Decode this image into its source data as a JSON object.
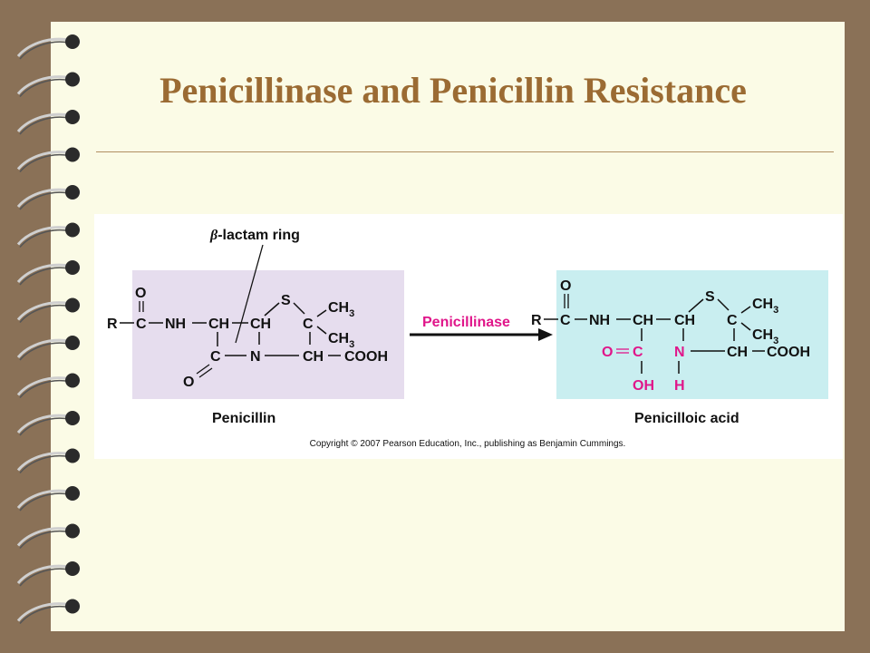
{
  "slide": {
    "title": "Penicillinase and Penicillin Resistance"
  },
  "figure": {
    "callout": {
      "beta": "β",
      "text": "-lactam ring"
    },
    "reaction_arrow_label": "Penicillinase",
    "penicillin": {
      "caption": "Penicillin",
      "atoms": {
        "R": "R",
        "C": "C",
        "O": "O",
        "NH": "NH",
        "CH": "CH",
        "S": "S",
        "N": "N",
        "CH3": "CH",
        "sub3": "3",
        "COOH": "COOH"
      }
    },
    "product": {
      "caption": "Penicilloic acid",
      "atoms": {
        "R": "R",
        "C": "C",
        "O": "O",
        "NH": "NH",
        "CH": "CH",
        "S": "S",
        "N": "N",
        "H": "H",
        "OH": "OH",
        "CH3": "CH",
        "sub3": "3",
        "COOH": "COOH"
      }
    },
    "copyright": "Copyright © 2007 Pearson Education, Inc., publishing as Benjamin Cummings."
  },
  "colors": {
    "background": "#8a7157",
    "page": "#fbfbe6",
    "title": "#9b6b33",
    "penicillin_box": "#e6ddee",
    "product_box": "#c9eef0",
    "highlight": "#e0168a"
  },
  "icons": [
    "spiral-binding-icon",
    "reaction-arrow-icon"
  ]
}
